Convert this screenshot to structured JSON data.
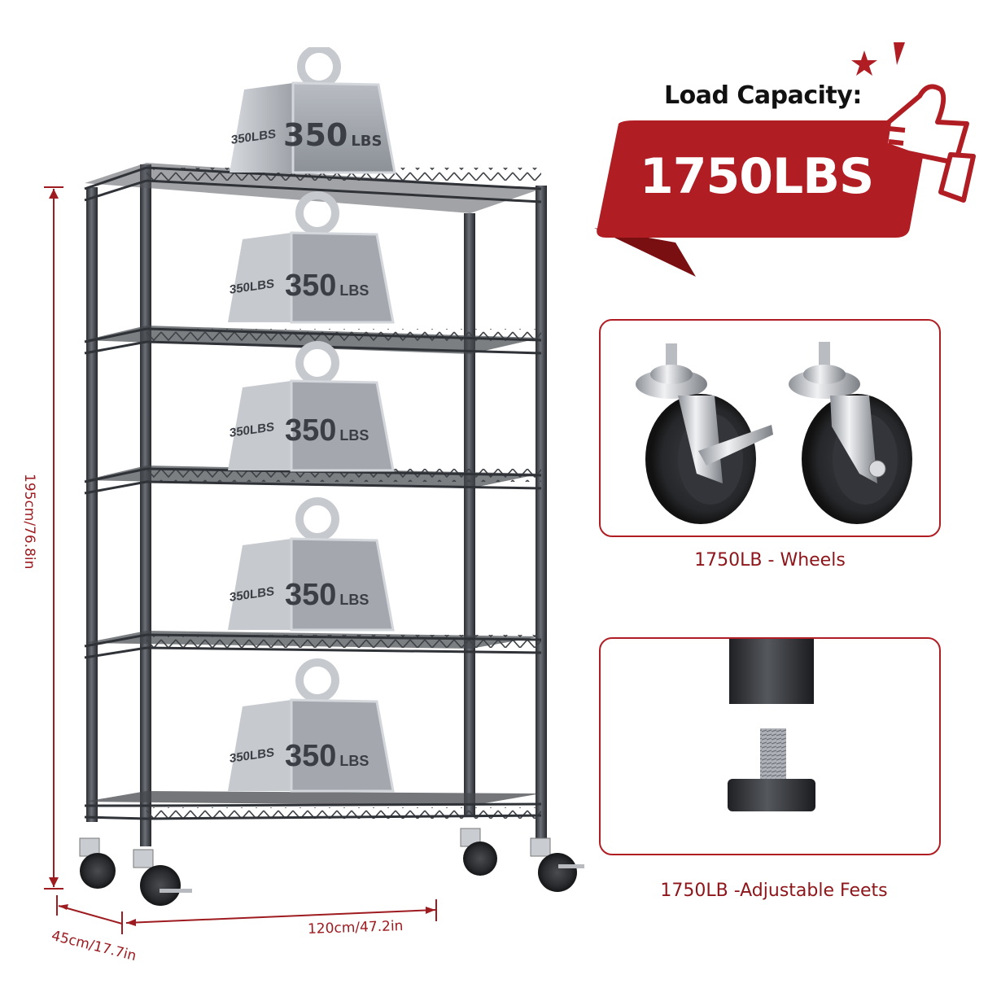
{
  "product": {
    "shelf_tiers": 5,
    "weights": [
      {
        "value": "350",
        "unit": "LBS",
        "side_label": "350LBS"
      },
      {
        "value": "350",
        "unit": "LBS",
        "side_label": "350LBS"
      },
      {
        "value": "350",
        "unit": "LBS",
        "side_label": "350LBS"
      },
      {
        "value": "350",
        "unit": "LBS",
        "side_label": "350LBS"
      },
      {
        "value": "350",
        "unit": "LBS",
        "side_label": "350LBS"
      }
    ]
  },
  "dimensions": {
    "height": "195cm/76.8in",
    "depth": "45cm/17.7in",
    "width": "120cm/47.2in"
  },
  "load_capacity": {
    "title": "Load Capacity:",
    "value": "1750LBS",
    "icon": "thumbs-up-icon"
  },
  "features": [
    {
      "caption": "1750LB - Wheels",
      "image": "caster-wheels"
    },
    {
      "caption": "1750LB -Adjustable Feets",
      "image": "leveling-feet"
    }
  ],
  "colors": {
    "accent_red": "#b01e24",
    "dark_red": "#7a0f12",
    "text_red": "#9e1b20",
    "frame_dark": "#3a3d42",
    "weight_silver": "#a9adb3"
  }
}
